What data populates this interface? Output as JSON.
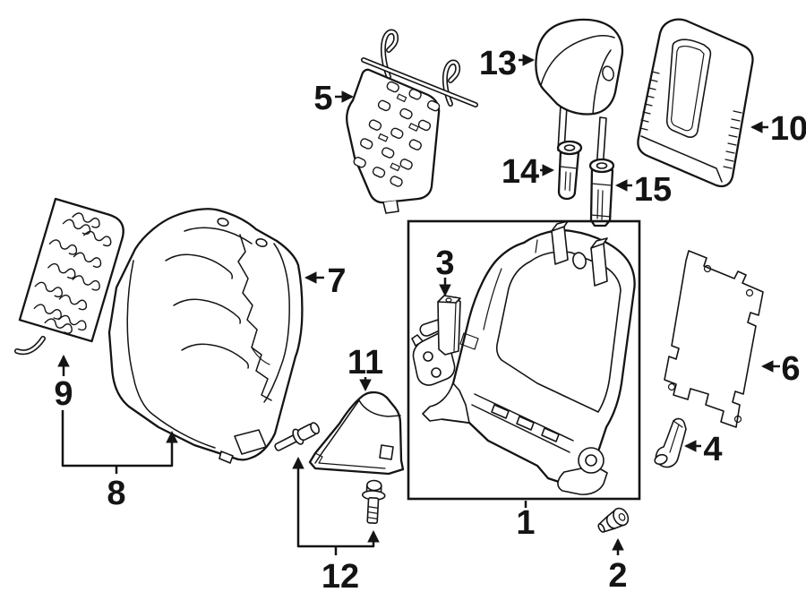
{
  "colors": {
    "background": "#ffffff",
    "line": "#141414"
  },
  "callouts": [
    {
      "label": "1"
    },
    {
      "label": "2"
    },
    {
      "label": "3"
    },
    {
      "label": "4"
    },
    {
      "label": "5"
    },
    {
      "label": "6"
    },
    {
      "label": "7"
    },
    {
      "label": "8"
    },
    {
      "label": "9"
    },
    {
      "label": "10"
    },
    {
      "label": "11"
    },
    {
      "label": "12"
    },
    {
      "label": "13"
    },
    {
      "label": "14"
    },
    {
      "label": "15"
    }
  ]
}
